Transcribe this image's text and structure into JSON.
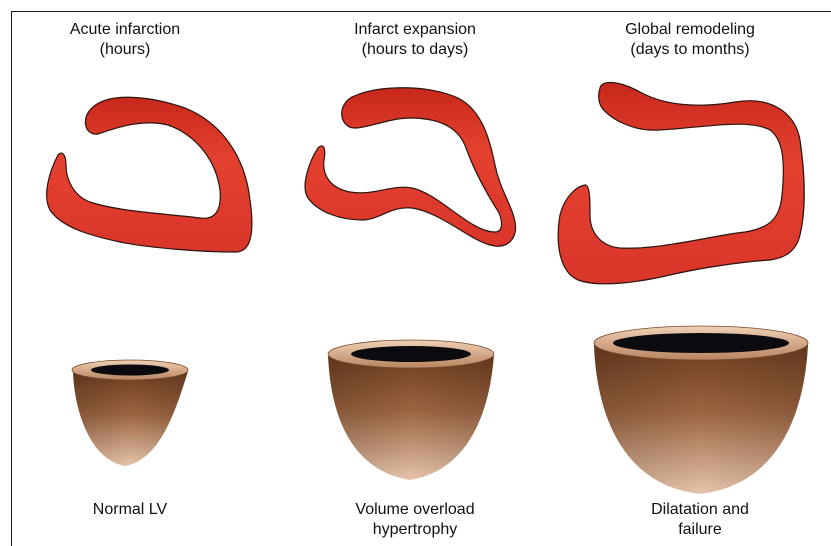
{
  "stages": [
    {
      "title": "Acute infarction",
      "subtitle": "(hours)"
    },
    {
      "title": "Infarct expansion",
      "subtitle": "(hours to days)"
    },
    {
      "title": "Global remodeling",
      "subtitle": "(days to months)"
    }
  ],
  "ventricles": [
    {
      "line1": "Normal LV",
      "line2": ""
    },
    {
      "line1": "Volume overload",
      "line2": "hypertrophy"
    },
    {
      "line1": "Dilatation and",
      "line2": "failure"
    }
  ],
  "colors": {
    "myocardium": "#e0392b",
    "myocardium_dark": "#b72518",
    "outline": "#2a1410",
    "cup_top": "#6b3a1f",
    "cup_bottom": "#e0c0a8",
    "rim": "#d9aa85",
    "cavity": "#0a0a0f"
  }
}
